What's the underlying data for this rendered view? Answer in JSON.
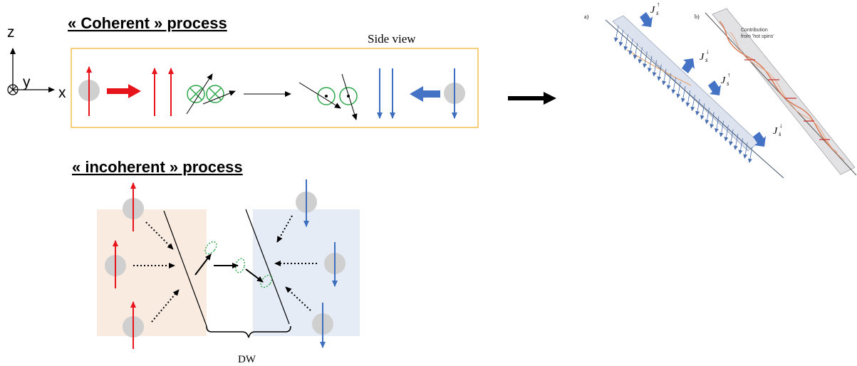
{
  "headings": {
    "coherent": "« Coherent » process",
    "incoherent": "« incoherent » process"
  },
  "axes": {
    "z": "z",
    "y": "y",
    "x": "x"
  },
  "coherent_panel": {
    "side_view": "Side view"
  },
  "incoherent_panel": {
    "dw_label": "DW"
  },
  "figure": {
    "panel_a": "a)",
    "panel_b": "b)",
    "contribution_line1": "Contribution",
    "contribution_line2": "from 'hot spins'",
    "flux_labels": [
      {
        "base": "J",
        "sub": "s",
        "sup": "↑"
      },
      {
        "base": "J",
        "sub": "s",
        "sup": "↓"
      },
      {
        "base": "J",
        "sub": "s",
        "sup": "↑"
      },
      {
        "base": "J",
        "sub": "s",
        "sup": "↓"
      }
    ]
  },
  "colors": {
    "up_spin": "#e8141b",
    "down_spin": "#3e6fbf",
    "precession": "#2ea84a",
    "panel_border": "#f2c14e",
    "left_domain": "#f9ebe0",
    "right_domain": "#e6ecf6",
    "atom": "#cfcfcf",
    "flux_arrow": "#4472c4"
  }
}
